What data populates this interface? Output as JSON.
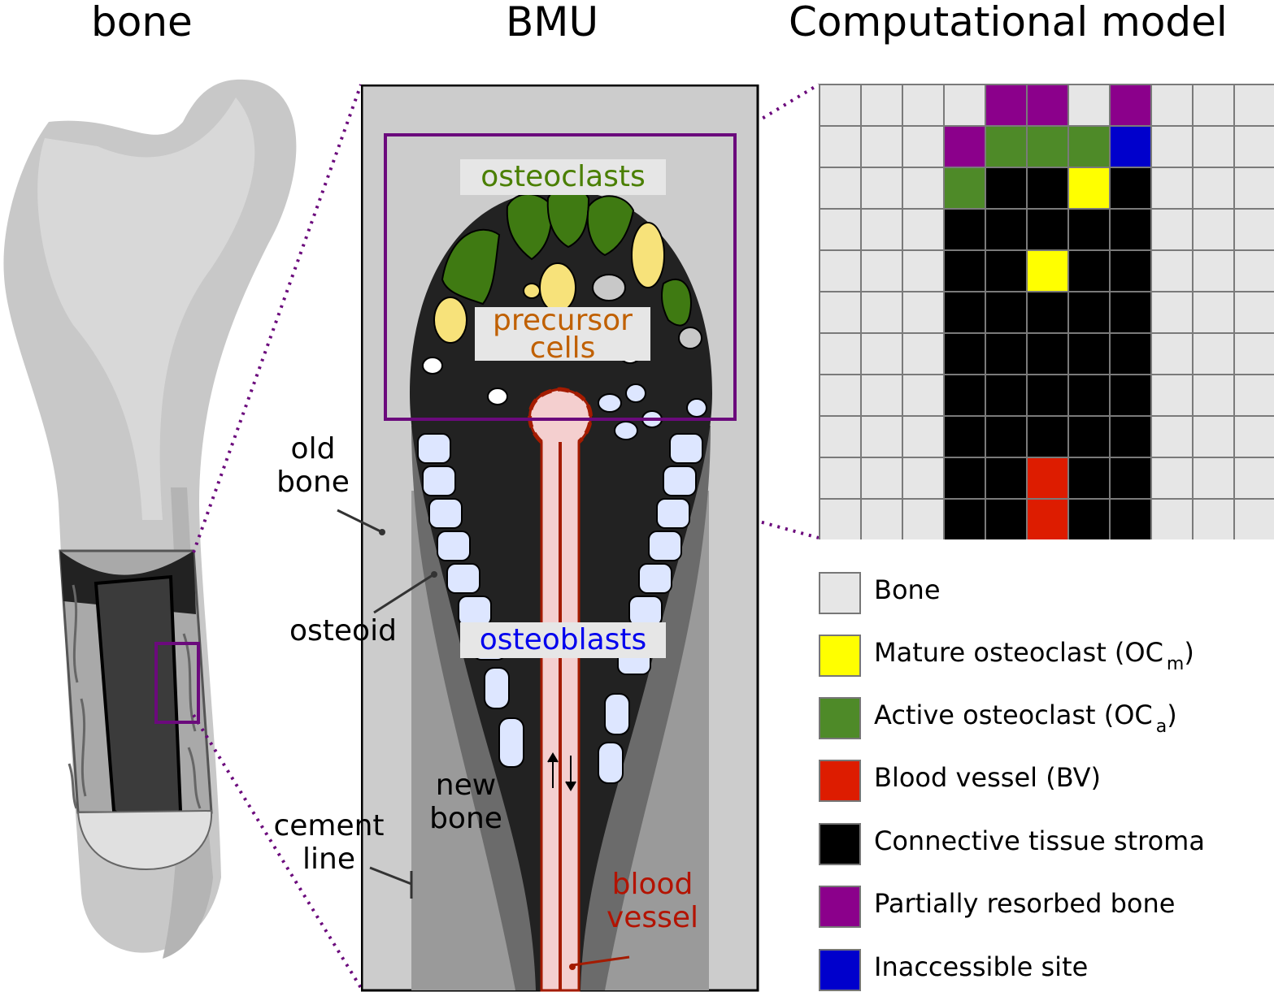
{
  "panels": {
    "bone": "bone",
    "bmu": "BMU",
    "model": "Computational model"
  },
  "labels": {
    "osteoclasts": "osteoclasts",
    "precursor_1": "precursor",
    "precursor_2": "cells",
    "osteoblasts": "osteoblasts",
    "old_bone_1": "old",
    "old_bone_2": "bone",
    "osteoid": "osteoid",
    "new_bone_1": "new",
    "new_bone_2": "bone",
    "cement_1": "cement",
    "cement_2": "line",
    "blood_1": "blood",
    "blood_2": "vessel"
  },
  "colors": {
    "bone_cell": "#e6e6e6",
    "mature_osteoclast": "#ffff00",
    "active_osteoclast": "#4e8a28",
    "blood_vessel": "#dd1c00",
    "stroma": "#000000",
    "partially_resorbed": "#8b008b",
    "inaccessible": "#0000cc",
    "highlight": "#6b0a7c",
    "osteoclast_text": "#4a7f00",
    "precursor_text": "#c06000",
    "osteoblast_text": "#0000ee",
    "vessel_text": "#b31300"
  },
  "grid": {
    "rows": [
      "BBBBPPBPBBB",
      "BBBPAAAIBBB",
      "BBBASSMSBBB",
      "BBBSSSSSBBB",
      "BBBSSMSSBBB",
      "BBBSSSSSBBB",
      "BBBSSSSSBBB",
      "BBBSSSSSBBB",
      "BBBSSSSSBBB",
      "BBBSSVSSBBB",
      "BBBSSVSSBBB"
    ]
  },
  "legend": [
    {
      "label": "Bone",
      "sub": "",
      "suffix": "",
      "color": "#e6e6e6",
      "icon": "bone-swatch"
    },
    {
      "label": "Mature osteoclast (OC",
      "sub": "m",
      "suffix": ")",
      "color": "#ffff00",
      "icon": "mature-osteoclast-swatch"
    },
    {
      "label": "Active osteoclast (OC",
      "sub": "a",
      "suffix": ")",
      "color": "#4e8a28",
      "icon": "active-osteoclast-swatch"
    },
    {
      "label": "Blood vessel (BV)",
      "sub": "",
      "suffix": "",
      "color": "#dd1c00",
      "icon": "blood-vessel-swatch"
    },
    {
      "label": "Connective tissue stroma",
      "sub": "",
      "suffix": "",
      "color": "#000000",
      "icon": "stroma-swatch"
    },
    {
      "label": "Partially resorbed bone",
      "sub": "",
      "suffix": "",
      "color": "#8b008b",
      "icon": "resorbed-bone-swatch"
    },
    {
      "label": "Inaccessible site",
      "sub": "",
      "suffix": "",
      "color": "#0000cc",
      "icon": "inaccessible-site-swatch"
    }
  ]
}
